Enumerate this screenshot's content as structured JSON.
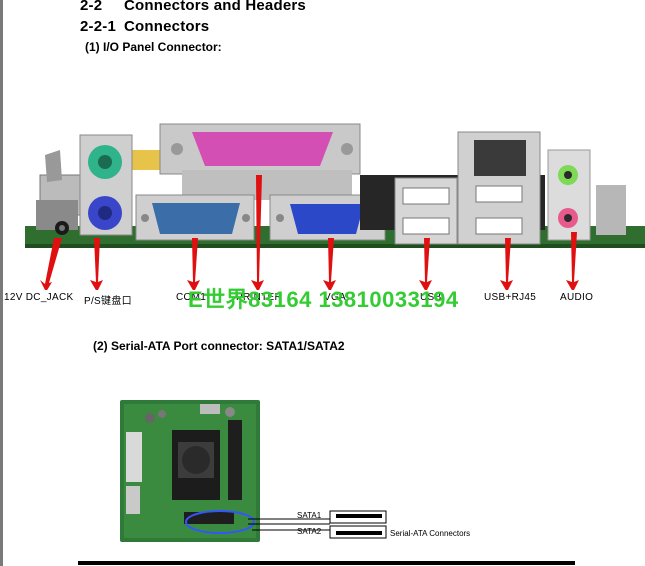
{
  "heading": {
    "num": "2-2",
    "title": "Connectors and Headers"
  },
  "subheading": {
    "num": "2-2-1",
    "title": "Connectors"
  },
  "section1": "(1) I/O Panel Connector:",
  "io_labels": [
    "12V DC_JACK",
    "P/S键盘口",
    "COM1",
    "PRINTER",
    "VGA",
    "USB",
    "USB+RJ45",
    "AUDIO"
  ],
  "watermark": "E世界83164 13810033194",
  "section2": "(2) Serial-ATA Port connector: SATA1/SATA2",
  "sata": {
    "label1": "SATA1",
    "label2": "SATA2",
    "caption": "Serial-ATA Connectors"
  },
  "colors": {
    "ps2_green": "#2fb38a",
    "ps2_purple": "#3a46c9",
    "parallel": "#d44fb4",
    "com": "#3b6ea8",
    "vga": "#2a48c8",
    "arrow": "#e01010",
    "audio_green": "#7ed957",
    "audio_pink": "#e85a8c"
  }
}
